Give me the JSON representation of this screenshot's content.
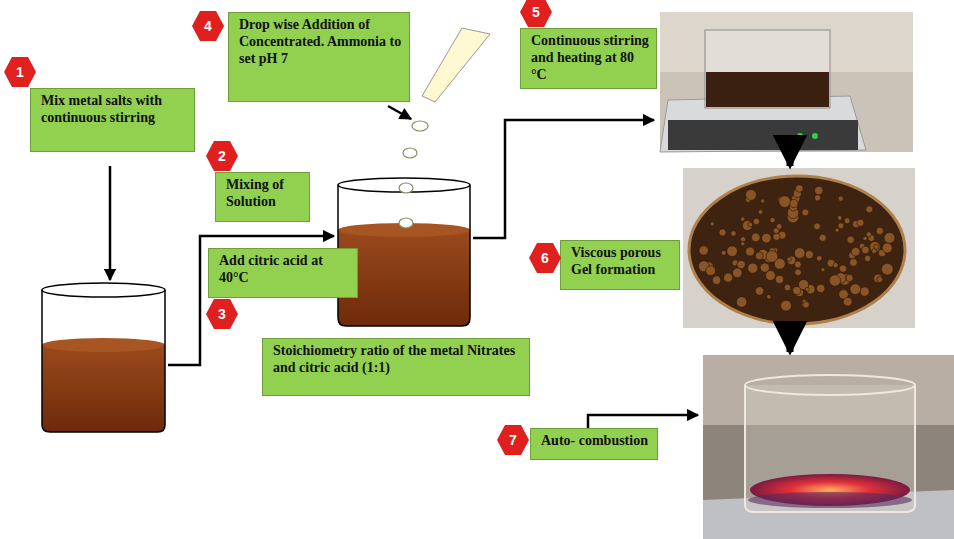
{
  "diagram": {
    "nodes": [
      {
        "text": [
          "Mix metal salts with continuous stirring"
        ]
      },
      {
        "text": [
          "Mixing of Solution"
        ]
      },
      {
        "text": [
          "Add citric acid at 40°C"
        ]
      },
      {
        "text": [
          "Stoichiometry ratio of the metal Nitrates and citric acid (1:1)"
        ]
      },
      {
        "text": [
          "Drop wise Addition of Concentrated. Ammonia to set pH 7"
        ]
      },
      {
        "text": [
          "Continuous stirring and heating at 80 °C"
        ]
      },
      {
        "text": [
          "Viscous porous Gel formation"
        ]
      },
      {
        "text": [
          "Auto- combustion"
        ]
      }
    ],
    "labels": [
      "1",
      "2",
      "3",
      "4",
      "5",
      "6",
      "7"
    ]
  }
}
